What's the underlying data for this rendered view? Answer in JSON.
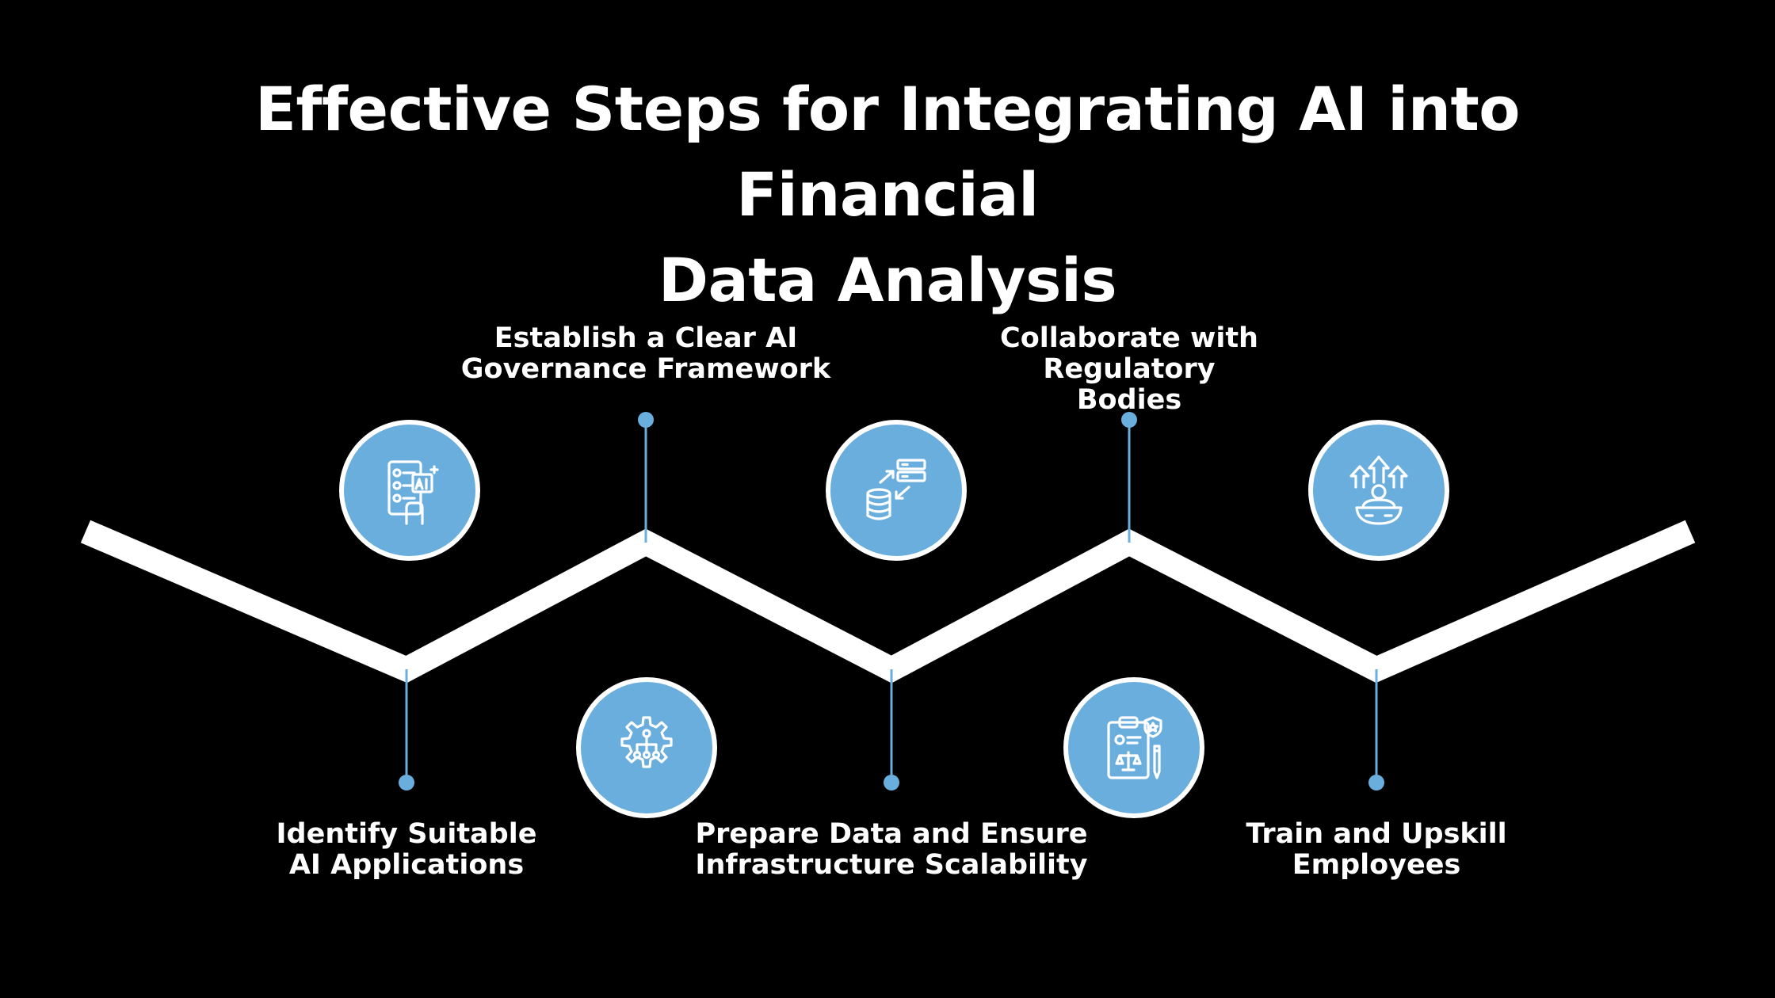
{
  "title": {
    "line1": "Effective Steps for Integrating AI into Financial",
    "line2": "Data Analysis"
  },
  "colors": {
    "background": "#000000",
    "path": "#ffffff",
    "accent": "#6aaedd",
    "circle_border": "#ffffff",
    "text": "#ffffff"
  },
  "steps": [
    {
      "lines": [
        "Identify Suitable",
        "AI Applications"
      ],
      "icon": "ai-application-icon",
      "label_side": "bottom"
    },
    {
      "lines": [
        "Establish a Clear AI",
        "Governance Framework"
      ],
      "icon": "governance-gear-icon",
      "label_side": "top"
    },
    {
      "lines": [
        "Prepare Data and Ensure",
        "Infrastructure Scalability"
      ],
      "icon": "data-server-icon",
      "label_side": "bottom"
    },
    {
      "lines": [
        "Collaborate with",
        "Regulatory",
        "Bodies"
      ],
      "icon": "regulatory-clipboard-icon",
      "label_side": "top"
    },
    {
      "lines": [
        "Train and Upskill",
        "Employees"
      ],
      "icon": "employee-growth-icon",
      "label_side": "bottom"
    }
  ]
}
